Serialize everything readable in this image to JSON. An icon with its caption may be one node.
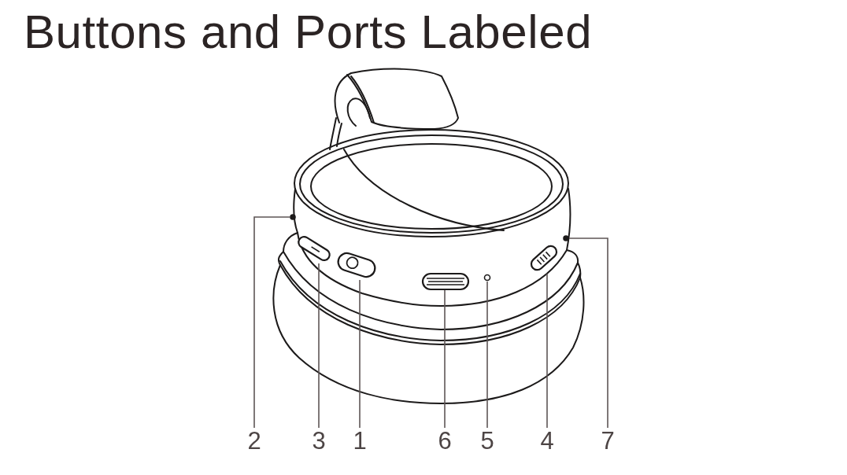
{
  "diagram": {
    "title": "Buttons and Ports Labeled",
    "nodes": [
      {
        "text": [
          "2"
        ]
      },
      {
        "text": [
          "3"
        ]
      },
      {
        "text": [
          "1"
        ]
      },
      {
        "text": [
          "6"
        ]
      },
      {
        "text": [
          "5"
        ]
      },
      {
        "text": [
          "4"
        ]
      },
      {
        "text": [
          "7"
        ]
      },
      {
        "text": [],
        "shape": "circle"
      },
      {
        "text": [],
        "shape": "box"
      },
      {
        "text": [],
        "shape": "box"
      },
      {
        "text": [],
        "shape": "box"
      },
      {
        "text": [],
        "shape": "circle"
      },
      {
        "text": [],
        "shape": "box"
      },
      {
        "text": [],
        "shape": "circle"
      }
    ],
    "edges": [
      {
        "from": 0,
        "to": 7,
        "arrow": "none"
      },
      {
        "from": 1,
        "to": 8,
        "arrow": "none"
      },
      {
        "from": 2,
        "to": 9,
        "arrow": "none"
      },
      {
        "from": 3,
        "to": 10,
        "arrow": "none"
      },
      {
        "from": 4,
        "to": 11,
        "arrow": "none"
      },
      {
        "from": 5,
        "to": 12,
        "arrow": "none"
      },
      {
        "from": 6,
        "to": 13,
        "arrow": "none"
      }
    ]
  }
}
